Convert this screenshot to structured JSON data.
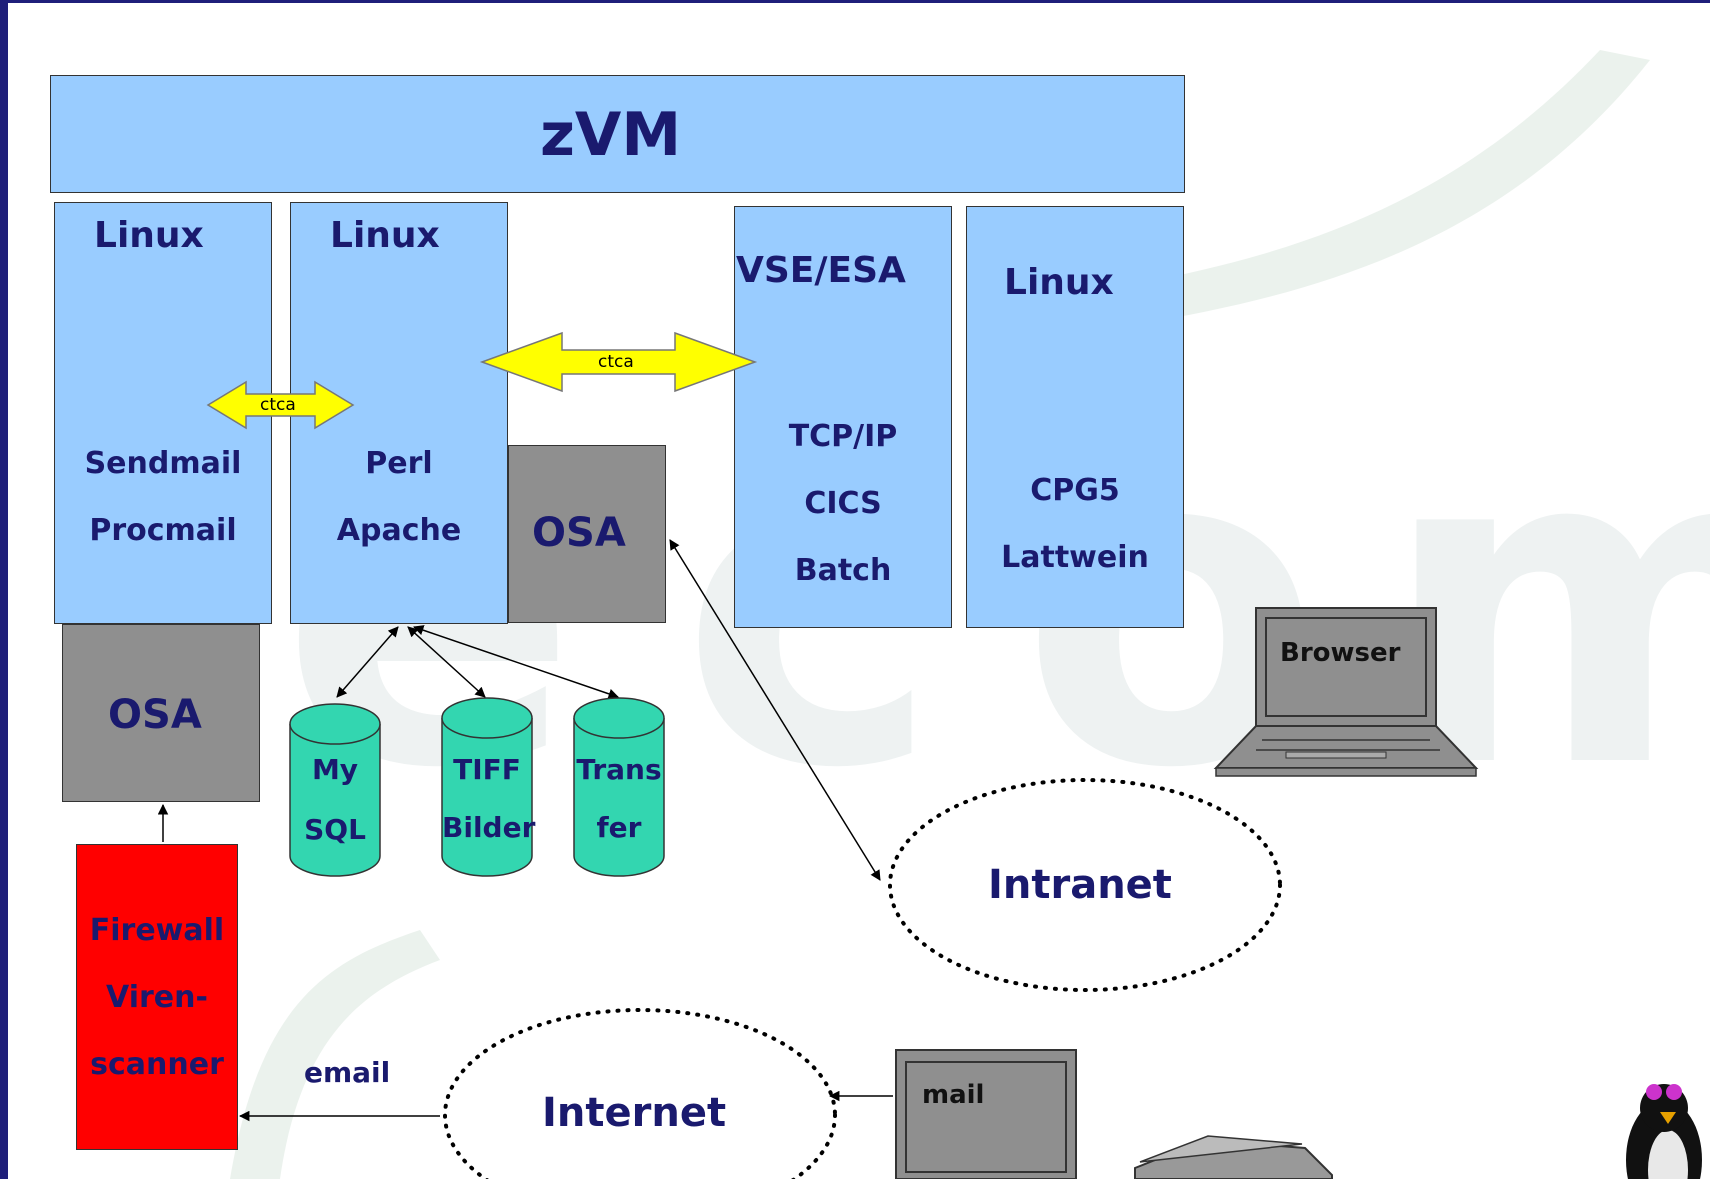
{
  "zvm": {
    "label": "zVM"
  },
  "lpars": [
    {
      "title": "Linux",
      "lines": [
        "Sendmail",
        "Procmail"
      ]
    },
    {
      "title": "Linux",
      "lines": [
        "Perl",
        "Apache"
      ]
    },
    {
      "title": "VSE/ESA",
      "lines": [
        "TCP/IP",
        "CICS",
        "Batch"
      ]
    },
    {
      "title": "Linux",
      "lines": [
        "CPG5",
        "Lattwein"
      ]
    }
  ],
  "osa_left": "OSA",
  "osa_mid": "OSA",
  "ctca_left": "ctca",
  "ctca_mid": "ctca",
  "databases": [
    {
      "lines": [
        "My",
        "SQL"
      ]
    },
    {
      "lines": [
        "TIFF",
        "Bilder"
      ]
    },
    {
      "lines": [
        "Trans",
        "fer"
      ]
    }
  ],
  "firewall": {
    "lines": [
      "Firewall",
      "Viren-",
      "scanner"
    ]
  },
  "email_label": "email",
  "intranet": "Intranet",
  "internet": "Internet",
  "browser": "Browser",
  "mail_pc": "mail",
  "colors": {
    "lpar": "#99ccff",
    "osa": "#8f8f8f",
    "firewall": "#ff0000",
    "database": "#33d6b0",
    "ctca": "#ffff00",
    "text": "#1a1a6e"
  }
}
